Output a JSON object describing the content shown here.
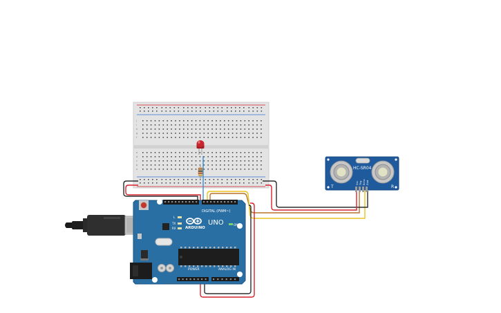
{
  "arduino": {
    "brand": "ARDUINO",
    "model": "UNO",
    "digital_label": "DIGITAL (PWM~)",
    "power_label": "POWER",
    "analog_label": "ANALOG IN",
    "led_labels": [
      "L",
      "TX",
      "RX"
    ],
    "on_label": "ON"
  },
  "sensor": {
    "model": "HC-SR04",
    "t_label": "T",
    "r_label": "R",
    "pin_labels": [
      "Vcc",
      "Trig",
      "Echo",
      "Gnd"
    ]
  },
  "breadboard": {
    "row_letters": [
      "a",
      "b",
      "c",
      "d",
      "e",
      "f",
      "g",
      "h",
      "i",
      "j"
    ]
  },
  "icons": [
    "usb-cable",
    "led",
    "resistor",
    "reset-button",
    "dc-jack"
  ],
  "colors": {
    "arduino_board": "#2a6fa3",
    "sensor_board": "#1f5b9c",
    "wire_red": "#d4232b",
    "wire_black": "#2b2b2b",
    "wire_yellow": "#e8c21d",
    "wire_orange": "#b9722a",
    "wire_blue": "#3a8fd8",
    "led_red": "#c8262e"
  }
}
